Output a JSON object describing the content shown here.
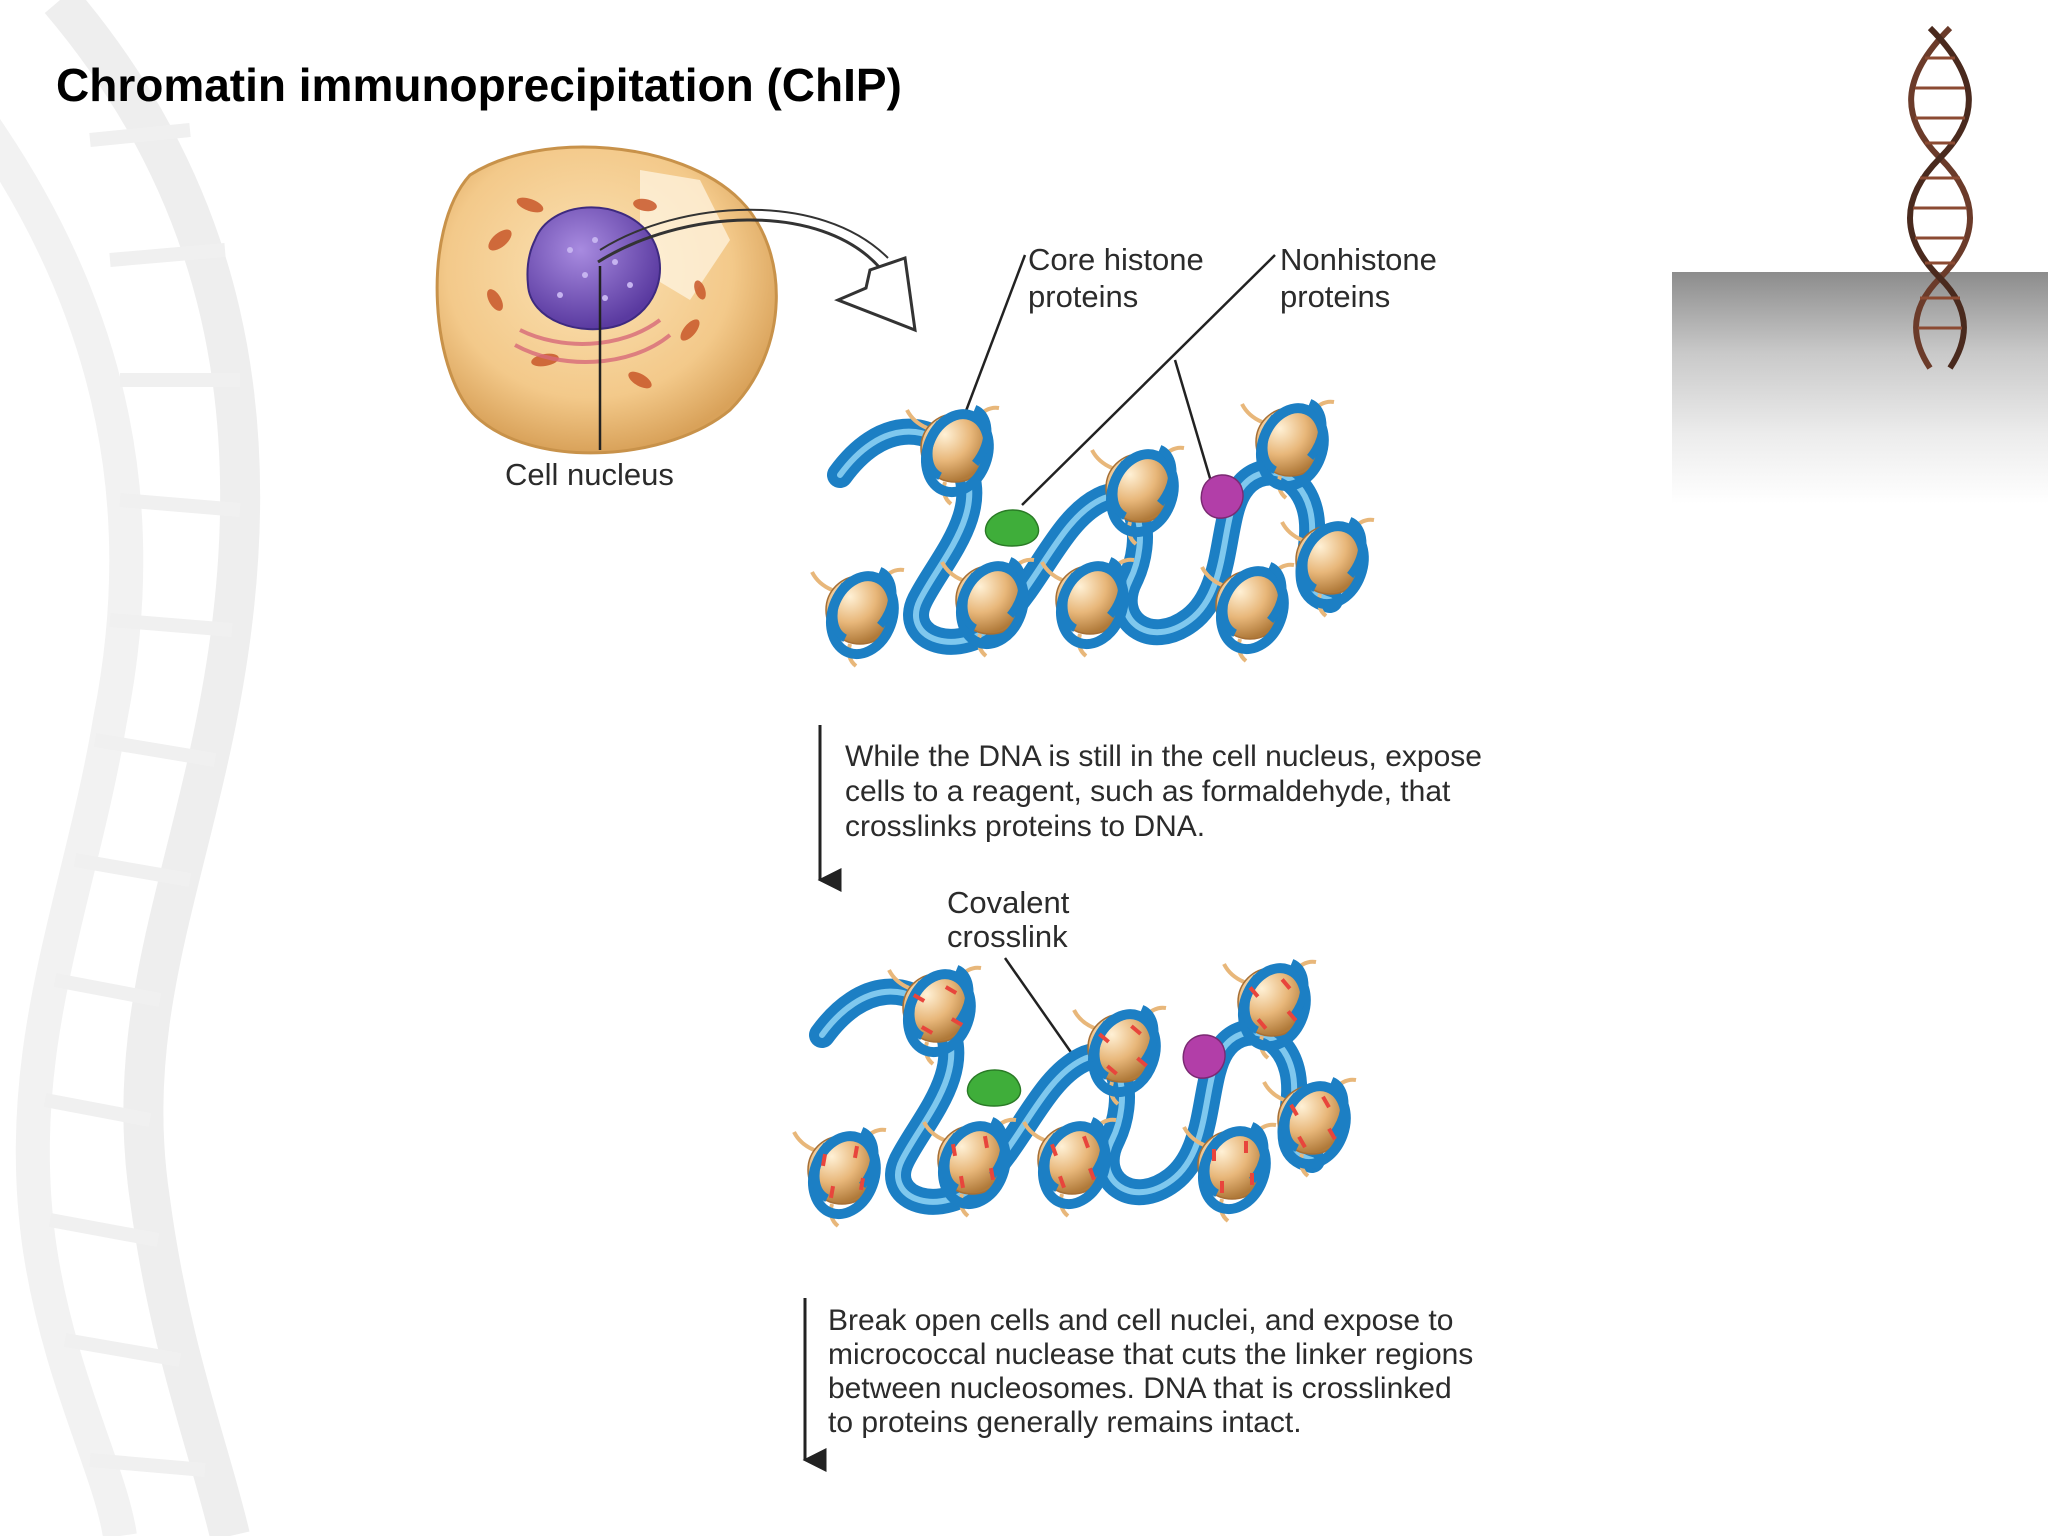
{
  "slide": {
    "title": "Chromatin immunoprecipitation (ChIP)"
  },
  "diagram": {
    "labels": {
      "cell_nucleus": "Cell nucleus",
      "core_histone": [
        "Core histone",
        "proteins"
      ],
      "nonhistone": [
        "Nonhistone",
        "proteins"
      ],
      "covalent_crosslink": [
        "Covalent",
        "crosslink"
      ]
    },
    "steps": [
      {
        "lines": [
          "While the DNA is still in the cell nucleus, expose",
          "cells to a reagent, such as formaldehyde, that",
          "crosslinks proteins to DNA."
        ]
      },
      {
        "lines": [
          "Break open cells and cell nuclei, and expose to",
          "micrococcal nuclease that cuts the linker regions",
          "between nucleosomes. DNA that is crosslinked",
          "to proteins generally remains intact."
        ]
      }
    ],
    "colors": {
      "dna": "#1c7fc4",
      "dna_highlight": "#7fc8ee",
      "histone": "#e8b77a",
      "nonhistone_green": "#3fae3a",
      "nonhistone_magenta": "#b23ea8",
      "crosslink": "#e8453c",
      "cell": "#f3c98a",
      "nucleus": "#7d5cc2"
    }
  }
}
